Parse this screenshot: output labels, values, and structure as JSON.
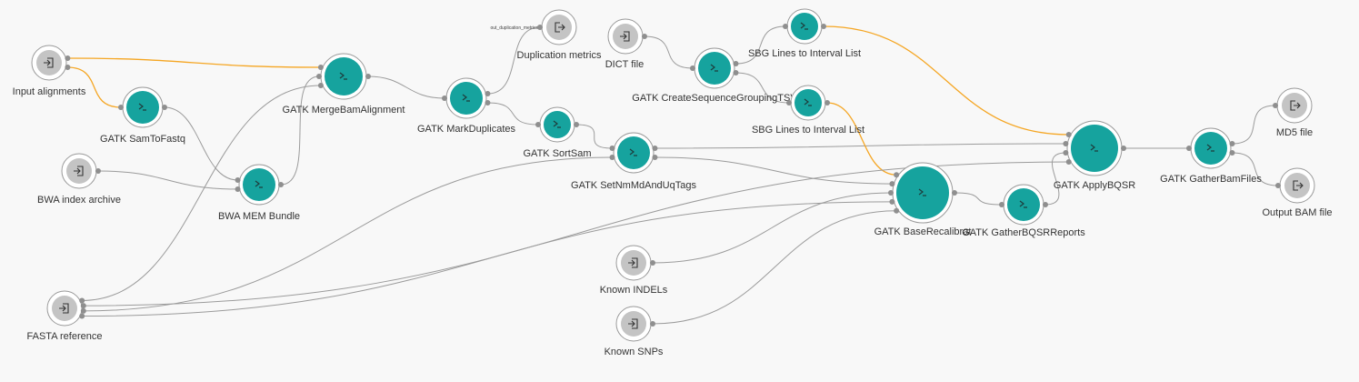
{
  "colors": {
    "background": "#f8f8f8",
    "app_node": "#16a39e",
    "io_node": "#c4c4c4",
    "edge": "#9b9b9b",
    "highlight_edge": "#f5a623",
    "port": "#8f8f8f"
  },
  "nodes": [
    {
      "id": "input_alignments",
      "label": "Input alignments",
      "kind": "input",
      "icon": "input-icon"
    },
    {
      "id": "bwa_index_archive",
      "label": "BWA index archive",
      "kind": "input",
      "icon": "input-icon"
    },
    {
      "id": "fasta_reference",
      "label": "FASTA reference",
      "kind": "input",
      "icon": "input-icon"
    },
    {
      "id": "dict_file",
      "label": "DICT file",
      "kind": "input",
      "icon": "input-icon"
    },
    {
      "id": "known_indels",
      "label": "Known INDELs",
      "kind": "input",
      "icon": "input-icon"
    },
    {
      "id": "known_snps",
      "label": "Known SNPs",
      "kind": "input",
      "icon": "input-icon"
    },
    {
      "id": "gatk_samtofastq",
      "label": "GATK SamToFastq",
      "kind": "app",
      "icon": "terminal-icon"
    },
    {
      "id": "bwa_mem_bundle",
      "label": "BWA MEM Bundle",
      "kind": "app",
      "icon": "terminal-icon"
    },
    {
      "id": "gatk_mergebamalignment",
      "label": "GATK MergeBamAlignment",
      "kind": "app",
      "icon": "terminal-icon"
    },
    {
      "id": "gatk_markduplicates",
      "label": "GATK MarkDuplicates",
      "kind": "app",
      "icon": "terminal-icon"
    },
    {
      "id": "gatk_sortsam",
      "label": "GATK SortSam",
      "kind": "app",
      "icon": "terminal-icon"
    },
    {
      "id": "gatk_setnmmdanduqtags",
      "label": "GATK SetNmMdAndUqTags",
      "kind": "app",
      "icon": "terminal-icon"
    },
    {
      "id": "gatk_createsequencegroupingtsv",
      "label": "GATK CreateSequenceGroupingTSV",
      "kind": "app",
      "icon": "terminal-icon"
    },
    {
      "id": "sbg_lines_1",
      "label": "SBG Lines to Interval List",
      "kind": "app",
      "icon": "terminal-icon"
    },
    {
      "id": "sbg_lines_2",
      "label": "SBG Lines to Interval List",
      "kind": "app",
      "icon": "terminal-icon"
    },
    {
      "id": "gatk_baserecalibrator",
      "label": "GATK BaseRecalibrat",
      "kind": "app",
      "icon": "terminal-icon"
    },
    {
      "id": "gatk_gatherbqsrreports",
      "label": "GATK GatherBQSRReports",
      "kind": "app",
      "icon": "terminal-icon"
    },
    {
      "id": "gatk_applybqsr",
      "label": "GATK ApplyBQSR",
      "kind": "app",
      "icon": "terminal-icon"
    },
    {
      "id": "gatk_gatherbamfiles",
      "label": "GATK GatherBamFiles",
      "kind": "app",
      "icon": "terminal-icon"
    },
    {
      "id": "duplication_metrics",
      "label": "Duplication metrics",
      "kind": "output",
      "icon": "output-icon",
      "port_label": "out_duplication_metrics"
    },
    {
      "id": "md5_file",
      "label": "MD5 file",
      "kind": "output",
      "icon": "output-icon"
    },
    {
      "id": "output_bam_file",
      "label": "Output BAM file",
      "kind": "output",
      "icon": "output-icon"
    }
  ],
  "edges": [
    {
      "from": "input_alignments",
      "to": "gatk_samtofastq",
      "highlighted": true
    },
    {
      "from": "input_alignments",
      "to": "gatk_mergebamalignment",
      "highlighted": true
    },
    {
      "from": "gatk_samtofastq",
      "to": "bwa_mem_bundle",
      "highlighted": false
    },
    {
      "from": "bwa_index_archive",
      "to": "bwa_mem_bundle",
      "highlighted": false
    },
    {
      "from": "bwa_mem_bundle",
      "to": "gatk_mergebamalignment",
      "highlighted": false
    },
    {
      "from": "fasta_reference",
      "to": "gatk_mergebamalignment",
      "highlighted": false
    },
    {
      "from": "gatk_mergebamalignment",
      "to": "gatk_markduplicates",
      "highlighted": false
    },
    {
      "from": "gatk_markduplicates",
      "to": "duplication_metrics",
      "highlighted": false
    },
    {
      "from": "gatk_markduplicates",
      "to": "gatk_sortsam",
      "highlighted": false
    },
    {
      "from": "gatk_sortsam",
      "to": "gatk_setnmmdanduqtags",
      "highlighted": false
    },
    {
      "from": "fasta_reference",
      "to": "gatk_setnmmdanduqtags",
      "highlighted": false
    },
    {
      "from": "gatk_setnmmdanduqtags",
      "to": "gatk_baserecalibrator",
      "highlighted": false
    },
    {
      "from": "gatk_setnmmdanduqtags",
      "to": "gatk_applybqsr",
      "highlighted": false
    },
    {
      "from": "dict_file",
      "to": "gatk_createsequencegroupingtsv",
      "highlighted": false
    },
    {
      "from": "gatk_createsequencegroupingtsv",
      "to": "sbg_lines_1",
      "highlighted": false
    },
    {
      "from": "gatk_createsequencegroupingtsv",
      "to": "sbg_lines_2",
      "highlighted": false
    },
    {
      "from": "sbg_lines_1",
      "to": "gatk_applybqsr",
      "highlighted": true
    },
    {
      "from": "sbg_lines_2",
      "to": "gatk_baserecalibrator",
      "highlighted": true
    },
    {
      "from": "fasta_reference",
      "to": "gatk_baserecalibrator",
      "highlighted": false
    },
    {
      "from": "fasta_reference",
      "to": "gatk_applybqsr",
      "highlighted": false
    },
    {
      "from": "known_indels",
      "to": "gatk_baserecalibrator",
      "highlighted": false
    },
    {
      "from": "known_snps",
      "to": "gatk_baserecalibrator",
      "highlighted": false
    },
    {
      "from": "gatk_baserecalibrator",
      "to": "gatk_gatherbqsrreports",
      "highlighted": false
    },
    {
      "from": "gatk_gatherbqsrreports",
      "to": "gatk_applybqsr",
      "highlighted": false
    },
    {
      "from": "gatk_applybqsr",
      "to": "gatk_gatherbamfiles",
      "highlighted": false
    },
    {
      "from": "gatk_gatherbamfiles",
      "to": "md5_file",
      "highlighted": false
    },
    {
      "from": "gatk_gatherbamfiles",
      "to": "output_bam_file",
      "highlighted": false
    }
  ]
}
